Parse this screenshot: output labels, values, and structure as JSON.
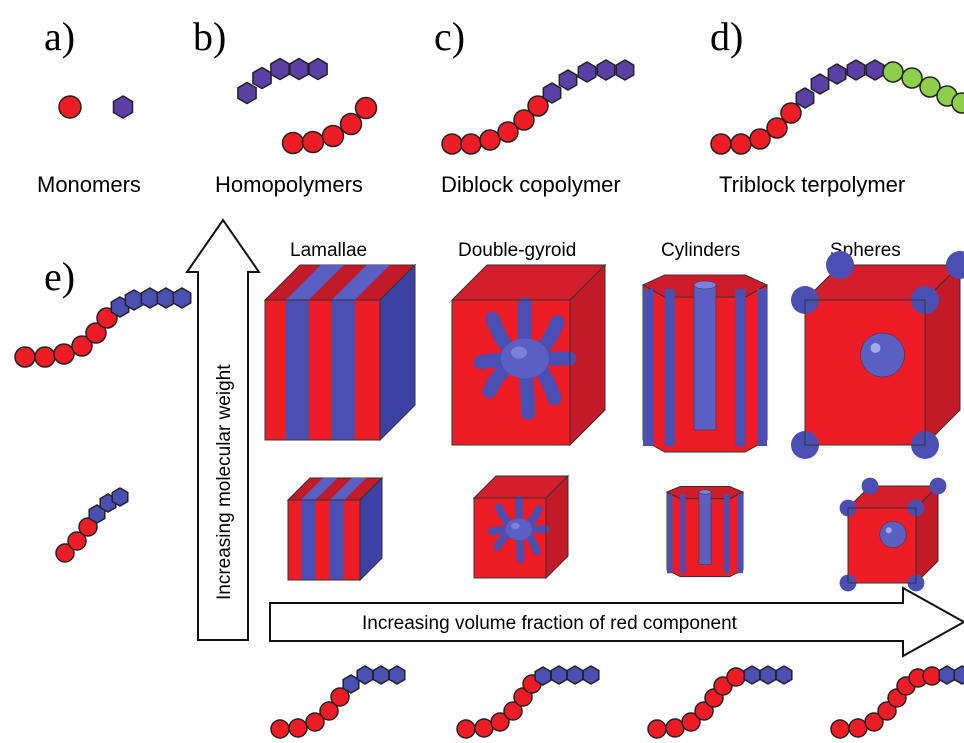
{
  "panels": {
    "a": {
      "letter": "a)",
      "caption": "Monomers"
    },
    "b": {
      "letter": "b)",
      "caption": "Homopolymers"
    },
    "c": {
      "letter": "c)",
      "caption": "Diblock copolymer"
    },
    "d": {
      "letter": "d)",
      "caption": "Triblock terpolymer"
    },
    "e": {
      "letter": "e)"
    }
  },
  "phases": [
    "Lamallae",
    "Double-gyroid",
    "Cylinders",
    "Spheres"
  ],
  "arrows": {
    "vertical": "Increasing molecular weight",
    "horizontal": "Increasing volume fraction of red component"
  },
  "colors": {
    "red": "#ee1c25",
    "blue": "#4a4fb3",
    "purple": "#5b3fa5",
    "green": "#8dcf4a",
    "outline": "#222222"
  },
  "icons": {
    "red_monomer": "red-circle",
    "blue_monomer": "purple-hexagon",
    "green_monomer": "green-circle"
  }
}
